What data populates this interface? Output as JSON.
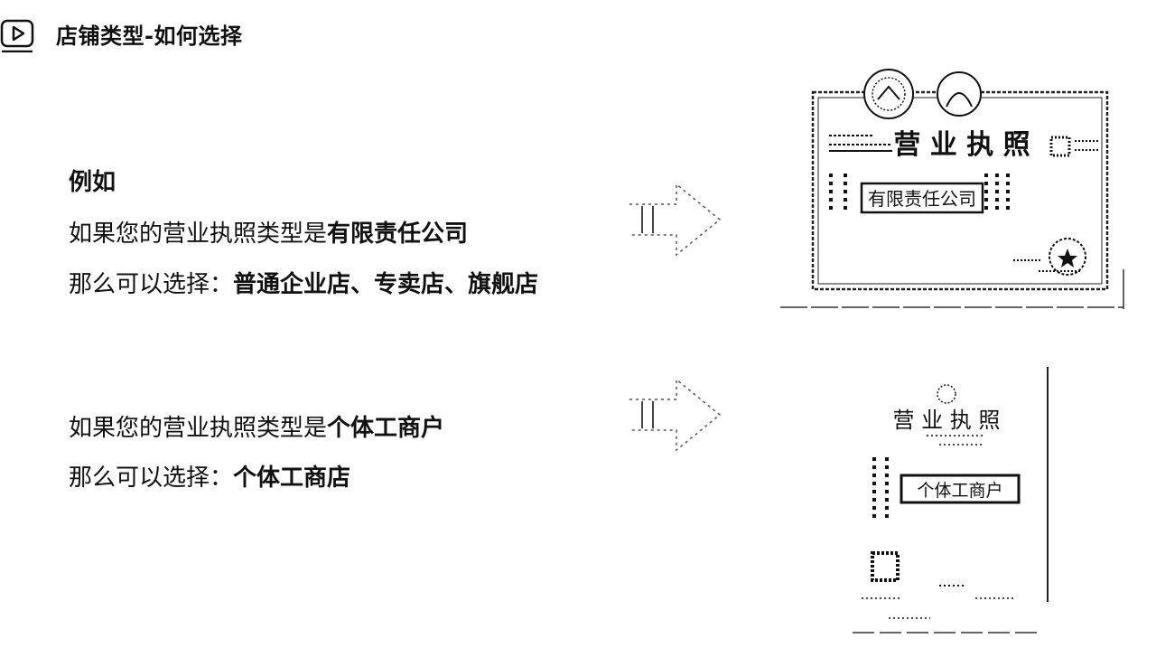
{
  "header": {
    "title": "店铺类型-如何选择",
    "icon": "video-play-icon"
  },
  "content": {
    "example_label": "例如",
    "case1": {
      "line1_prefix": "如果您的营业执照类型是",
      "line1_bold": "有限责任公司",
      "line2_prefix": "那么可以选择：",
      "line2_bold": "普通企业店、专卖店、旗舰店"
    },
    "case2": {
      "line1_prefix": "如果您的营业执照类型是",
      "line1_bold": "个体工商户",
      "line2_prefix": "那么可以选择：",
      "line2_bold": "个体工商店"
    }
  },
  "licenses": {
    "company": {
      "title": "营 业 执 照",
      "type_box": "有限责任公司"
    },
    "individual": {
      "title": "营 业 执 照",
      "type_box": "个体工商户"
    }
  }
}
